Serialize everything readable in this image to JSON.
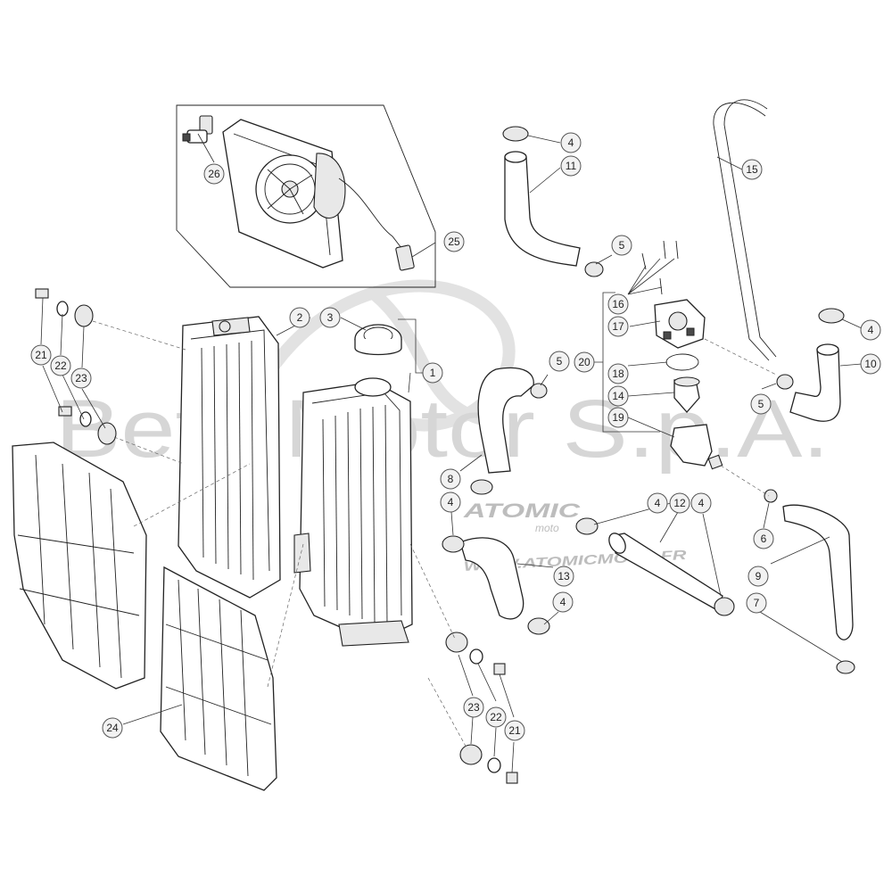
{
  "watermark": {
    "main_text": "Beta Motor S.p.A.",
    "logo_text": "ATOMIC",
    "logo_sub": "moto",
    "url_text": "WWW.ATOMICMOTO.FR"
  },
  "callouts": [
    {
      "id": "c26",
      "label": "26"
    },
    {
      "id": "c25",
      "label": "25"
    },
    {
      "id": "c4a",
      "label": "4"
    },
    {
      "id": "c11",
      "label": "11"
    },
    {
      "id": "c15",
      "label": "15"
    },
    {
      "id": "c5a",
      "label": "5"
    },
    {
      "id": "c16",
      "label": "16"
    },
    {
      "id": "c17",
      "label": "17"
    },
    {
      "id": "c4b",
      "label": "4"
    },
    {
      "id": "c10",
      "label": "10"
    },
    {
      "id": "c2",
      "label": "2"
    },
    {
      "id": "c3",
      "label": "3"
    },
    {
      "id": "c1",
      "label": "1"
    },
    {
      "id": "c5b",
      "label": "5"
    },
    {
      "id": "c20",
      "label": "20"
    },
    {
      "id": "c18",
      "label": "18"
    },
    {
      "id": "c14",
      "label": "14"
    },
    {
      "id": "c19",
      "label": "19"
    },
    {
      "id": "c5c",
      "label": "5"
    },
    {
      "id": "c21a",
      "label": "21"
    },
    {
      "id": "c22a",
      "label": "22"
    },
    {
      "id": "c23a",
      "label": "23"
    },
    {
      "id": "c8",
      "label": "8"
    },
    {
      "id": "c4c",
      "label": "4"
    },
    {
      "id": "c4d",
      "label": "4"
    },
    {
      "id": "c12",
      "label": "12"
    },
    {
      "id": "c4e",
      "label": "4"
    },
    {
      "id": "c6",
      "label": "6"
    },
    {
      "id": "c13",
      "label": "13"
    },
    {
      "id": "c9",
      "label": "9"
    },
    {
      "id": "c4f",
      "label": "4"
    },
    {
      "id": "c7",
      "label": "7"
    },
    {
      "id": "c24",
      "label": "24"
    },
    {
      "id": "c23b",
      "label": "23"
    },
    {
      "id": "c22b",
      "label": "22"
    },
    {
      "id": "c21b",
      "label": "21"
    }
  ]
}
